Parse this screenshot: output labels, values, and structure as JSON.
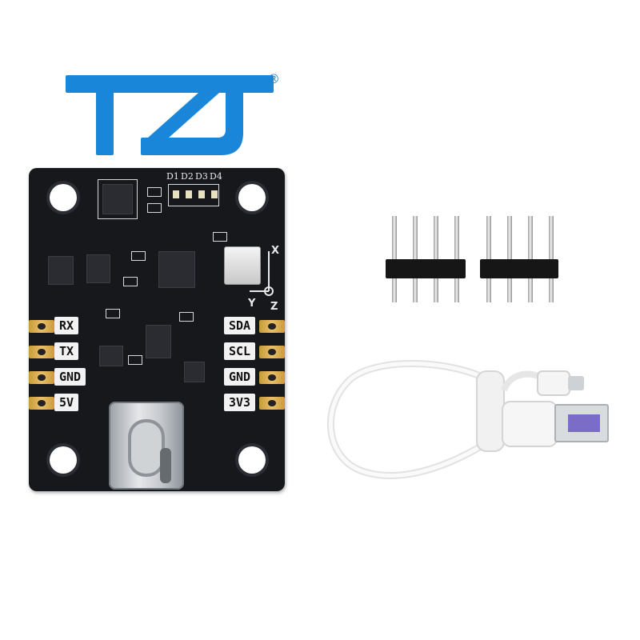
{
  "brand": {
    "logo_text": "TZT",
    "registered_mark": "®",
    "color": "#1a86d9"
  },
  "board": {
    "led_labels": [
      "D1",
      "D2",
      "D3",
      "D4"
    ],
    "left_pins": [
      "RX",
      "TX",
      "GND",
      "5V"
    ],
    "right_pins": [
      "SDA",
      "SCL",
      "GND",
      "3V3"
    ],
    "axes": [
      "X",
      "Y",
      "Z"
    ],
    "pcb_color": "#16181c"
  },
  "accessories": {
    "pin_header_count": 2,
    "pins_per_header": 4,
    "cable": "USB-A to USB-C cable (white)"
  }
}
